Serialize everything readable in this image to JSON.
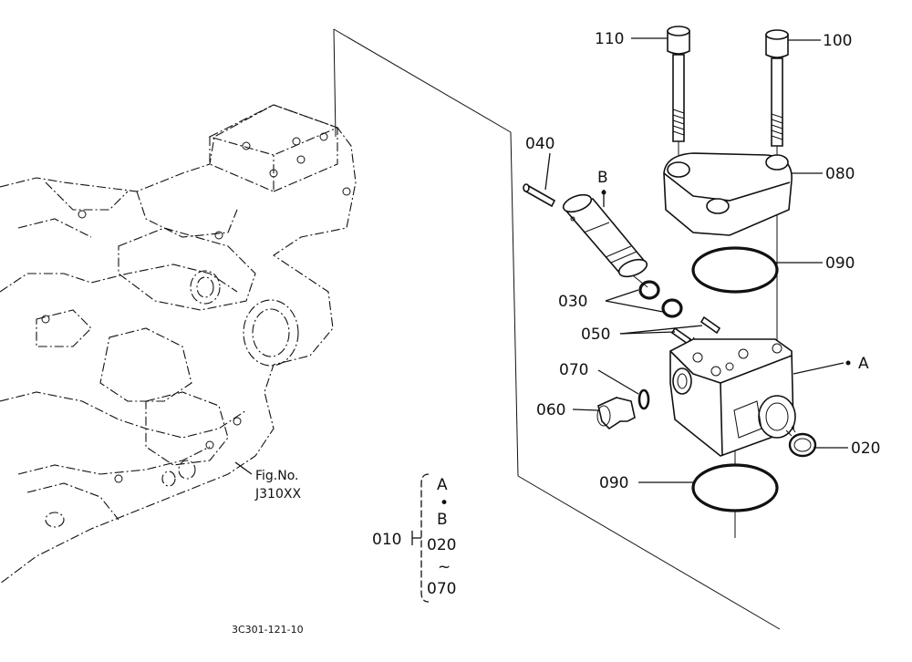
{
  "callouts": {
    "p110": "110",
    "p100": "100",
    "p080": "080",
    "p090_top": "090",
    "p090_bottom": "090",
    "p040": "040",
    "p030": "030",
    "p050": "050",
    "p070": "070",
    "p060": "060",
    "p020": "020",
    "p010": "010",
    "ref_a": "A",
    "ref_b": "B"
  },
  "group_010": {
    "line1": "A",
    "dot1": "•",
    "line2": "B",
    "line3": "020",
    "tilde": "~",
    "line4": "070"
  },
  "fig_ref": {
    "line1": "Fig.No.",
    "line2": "J310XX"
  },
  "drawing_code": "3C301-121-10"
}
